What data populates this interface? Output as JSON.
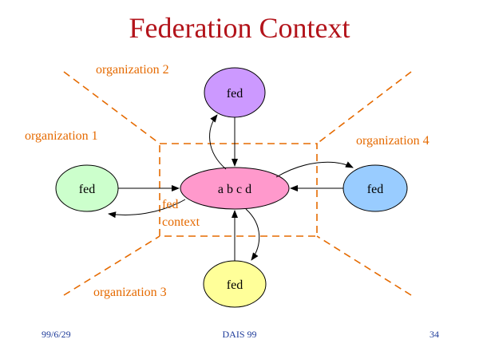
{
  "title": "Federation Context",
  "organizations": {
    "org1": "organization 1",
    "org2": "organization 2",
    "org3": "organization 3",
    "org4": "organization 4"
  },
  "nodes": {
    "center": "a b c d",
    "top": "fed",
    "left": "fed",
    "right": "fed",
    "bottom": "fed"
  },
  "context_label": {
    "line1": "fed",
    "line2": "context"
  },
  "footer": {
    "date": "99/6/29",
    "conference": "DAIS 99",
    "page": "34"
  },
  "colors": {
    "title": "#b3141b",
    "orange": "#e56a00",
    "center_fill": "#ff99cc",
    "top_fill": "#cc99ff",
    "left_fill": "#ccffcc",
    "right_fill": "#99ccff",
    "bottom_fill": "#ffff99",
    "footer": "#1f3c9a"
  }
}
